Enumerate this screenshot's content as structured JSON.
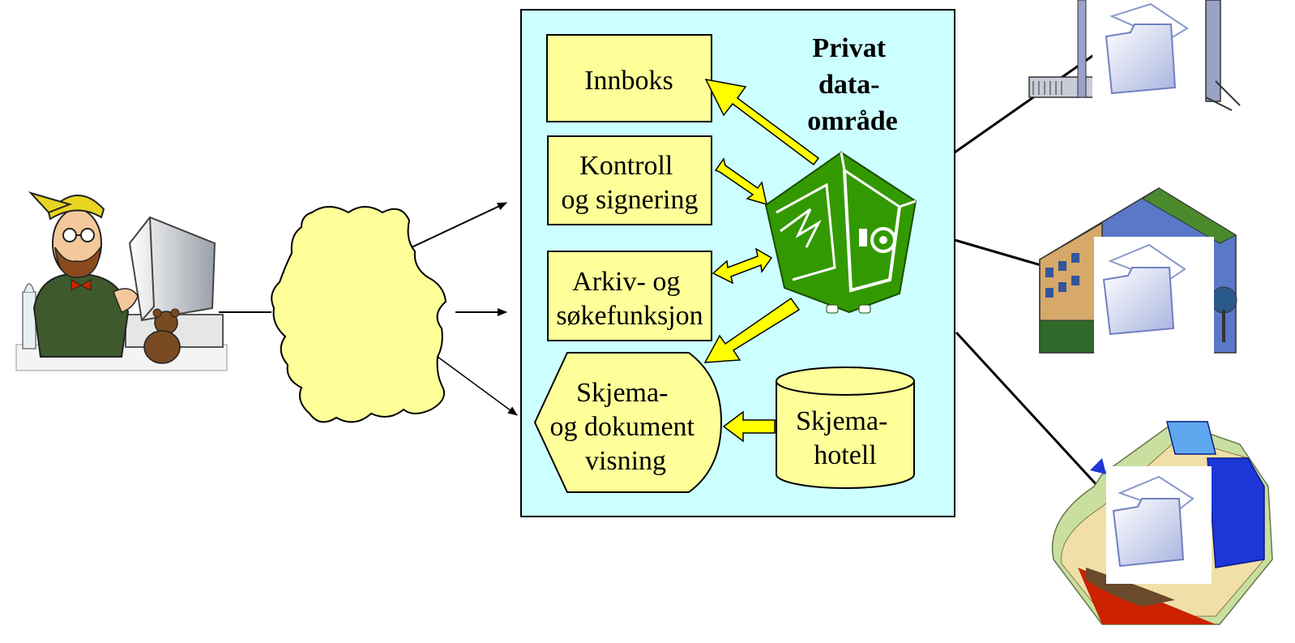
{
  "portal": {
    "title_lines": [
      "Privat",
      "data-",
      "område"
    ],
    "innboks": {
      "lines": [
        "Innboks"
      ]
    },
    "kontroll": {
      "lines": [
        "Kontroll",
        "og signering"
      ]
    },
    "arkiv": {
      "lines": [
        "Arkiv- og",
        "søkefunksjon"
      ]
    },
    "skjema_visning": {
      "lines": [
        "Skjema-",
        "og dokument",
        "visning"
      ]
    },
    "skjemahotell": {
      "lines": [
        "Skjema-",
        "hotell"
      ]
    }
  },
  "colors": {
    "portal_background": "#ccffff",
    "box_fill": "#ffff99",
    "arrow_fill": "#ffff00",
    "cloud_fill": "#ffff99",
    "safe_green": "#339900"
  },
  "icons": [
    "user-at-computer-icon",
    "internet-cloud-icon",
    "safe-icon",
    "skyscraper-icon",
    "office-building-icon",
    "government-building-icon",
    "folder-icon"
  ]
}
